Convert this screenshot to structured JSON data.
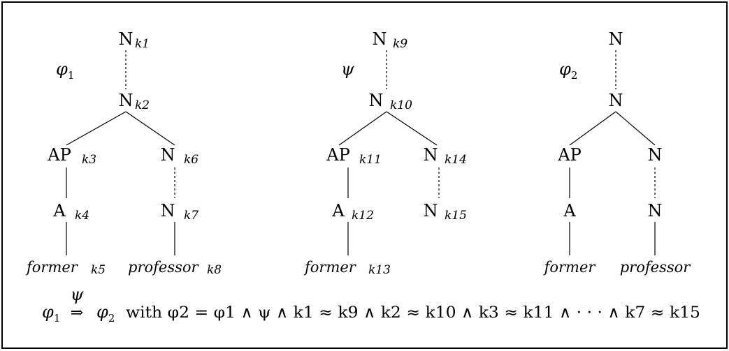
{
  "trees": [
    {
      "name": "φ1",
      "nodes": {
        "top": {
          "label": "N",
          "index": "k1"
        },
        "mid": {
          "label": "N",
          "index": "k2"
        },
        "ap": {
          "label": "AP",
          "index": "k3"
        },
        "n6": {
          "label": "N",
          "index": "k6"
        },
        "a": {
          "label": "A",
          "index": "k4"
        },
        "n7": {
          "label": "N",
          "index": "k7"
        },
        "w1": {
          "label": "former",
          "index": "k5"
        },
        "w2": {
          "label": "professor",
          "index": "k8"
        }
      }
    },
    {
      "name": "ψ",
      "nodes": {
        "top": {
          "label": "N",
          "index": "k9"
        },
        "mid": {
          "label": "N",
          "index": "k10"
        },
        "ap": {
          "label": "AP",
          "index": "k11"
        },
        "n14": {
          "label": "N",
          "index": "k14"
        },
        "a": {
          "label": "A",
          "index": "k12"
        },
        "n15": {
          "label": "N",
          "index": "k15"
        },
        "w1": {
          "label": "former",
          "index": "k13"
        }
      }
    },
    {
      "name": "φ2",
      "nodes": {
        "top": {
          "label": "N"
        },
        "mid": {
          "label": "N"
        },
        "ap": {
          "label": "AP"
        },
        "n": {
          "label": "N"
        },
        "a": {
          "label": "A"
        },
        "n2": {
          "label": "N"
        },
        "w1": {
          "label": "former"
        },
        "w2": {
          "label": "professor"
        }
      }
    }
  ],
  "formula": {
    "lhs": "φ1",
    "arrow_label": "ψ",
    "arrow": "⇒",
    "rhs": "φ2",
    "text": "with φ2 = φ1 ∧ ψ ∧ k1 ≈ k9 ∧ k2 ≈ k10 ∧ k3 ≈ k11 ∧ · · · ∧ k7 ≈ k15"
  }
}
